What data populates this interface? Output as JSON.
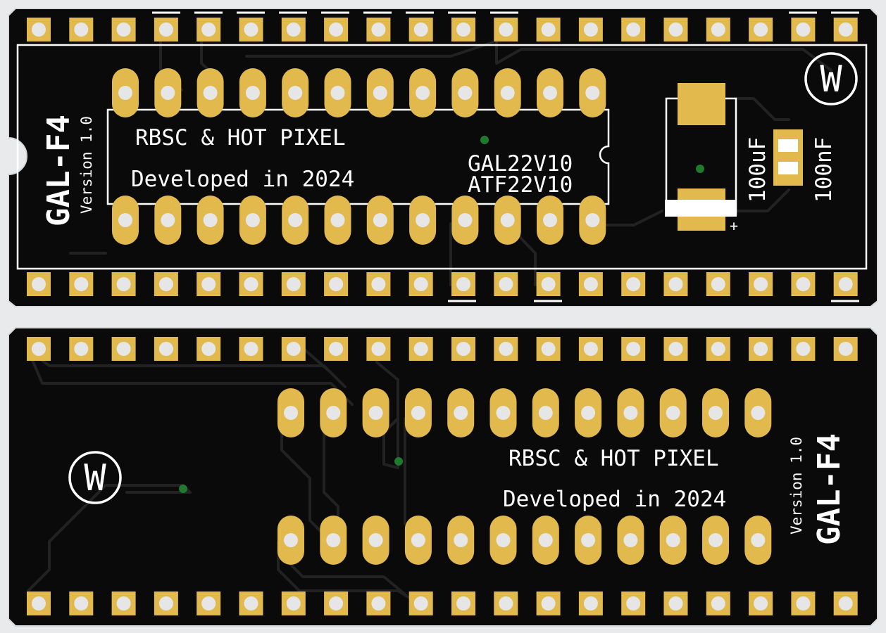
{
  "colors": {
    "background": "#e9eaec",
    "board": "#0a0a0a",
    "board_edge": "#d9d9d9",
    "trace": "#222222",
    "copper": "#e1b94d",
    "drill": "#e6e6e6",
    "via": "#1f7a2e",
    "silk": "#ffffff"
  },
  "top_board": {
    "title": "GAL-F4",
    "version": "Version 1.0",
    "credit": "RBSC & HOT PIXEL",
    "developed": "Developed in 2024",
    "chip_line1": "GAL22V10",
    "chip_line2": "ATF22V10",
    "cap_large": "100uF",
    "cap_small": "100nF",
    "polarity_mark": "+",
    "logo_letter": "W",
    "header_pins_per_row": 20,
    "socket_pins_per_row": 12
  },
  "bottom_board": {
    "title": "GAL-F4",
    "version": "Version 1.0",
    "credit": "RBSC & HOT PIXEL",
    "developed": "Developed in 2024",
    "logo_letter": "W",
    "header_pins_per_row": 20,
    "socket_pins_per_row": 12
  }
}
